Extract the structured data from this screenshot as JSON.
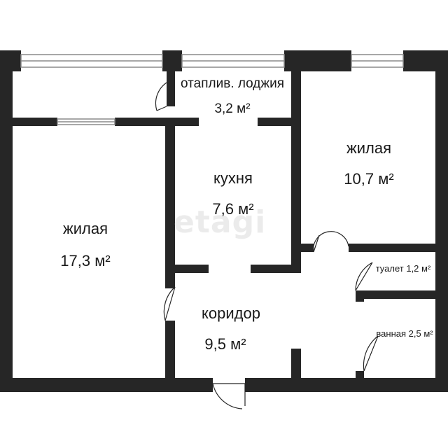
{
  "watermark": "etagi",
  "rooms": [
    {
      "id": "loggia",
      "name": "отаплив. лоджия",
      "area": "3,2 м²"
    },
    {
      "id": "kitchen",
      "name": "кухня",
      "area": "7,6 м²"
    },
    {
      "id": "living-right",
      "name": "жилая",
      "area": "10,7 м²"
    },
    {
      "id": "living-left",
      "name": "жилая",
      "area": "17,3 м²"
    },
    {
      "id": "corridor",
      "name": "коридор",
      "area": "9,5 м²"
    },
    {
      "id": "toilet",
      "label": "туалет 1,2 м²"
    },
    {
      "id": "bathroom",
      "label": "ванная 2,5 м²"
    }
  ],
  "colors": {
    "wall": "#262626",
    "background": "#ffffff",
    "window": "#8a8a8a",
    "text": "#1a1a1a"
  }
}
